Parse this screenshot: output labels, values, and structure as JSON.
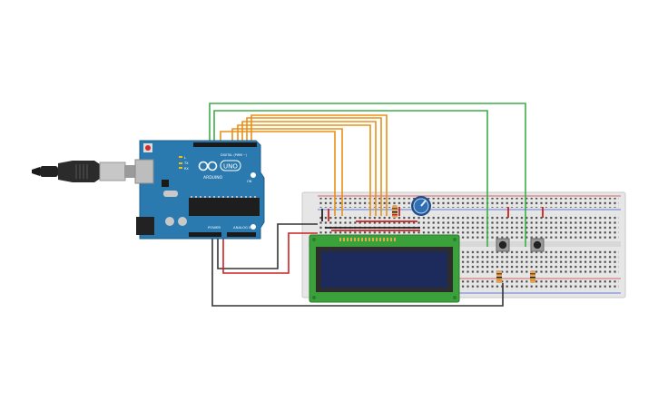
{
  "arduino": {
    "brand_label": "ARDUINO",
    "model_label": "UNO",
    "digital_header_label": "DIGITAL (PWM ~)",
    "power_header_label": "POWER",
    "analog_header_label": "ANALOG IN",
    "led_labels": [
      "L",
      "TX",
      "RX"
    ],
    "on_label": "ON"
  },
  "colors": {
    "board": "#2a7ab0",
    "wire_orange": "#e8901a",
    "wire_green": "#3dae48",
    "wire_black": "#333333",
    "wire_red": "#cc2222",
    "lcd_screen": "#1c2a5c",
    "lcd_pcb": "#3ba23b",
    "breadboard": "#e6e6e6"
  },
  "components": [
    "usb-cable",
    "arduino-uno",
    "breadboard",
    "potentiometer",
    "lcd-16x2",
    "pushbutton",
    "pushbutton",
    "resistor",
    "resistor",
    "resistor"
  ]
}
